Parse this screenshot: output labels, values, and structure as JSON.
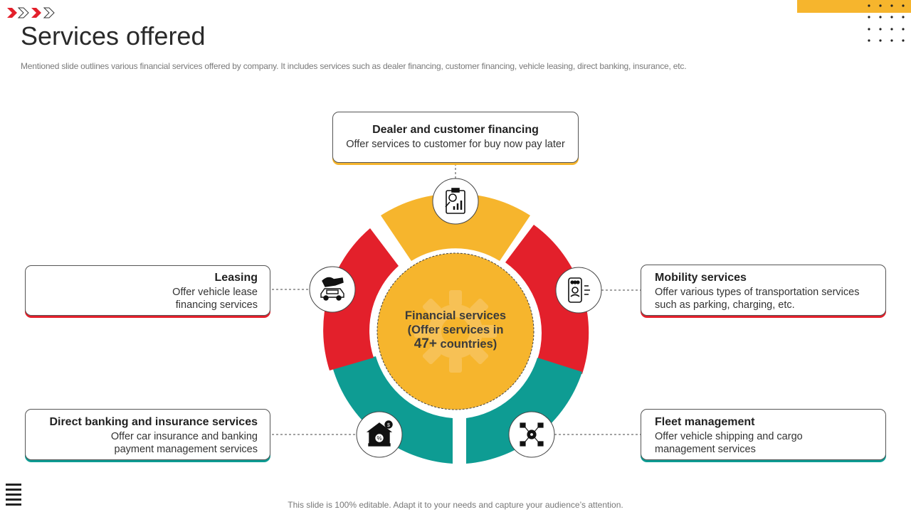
{
  "header": {
    "title": "Services offered",
    "subtitle": "Mentioned slide outlines various financial services offered by company. It includes services such as dealer financing, customer financing, vehicle leasing, direct banking, insurance, etc."
  },
  "center": {
    "line1": "Financial services",
    "line2": "(Offer services in",
    "number": "47+",
    "line3": " countries)"
  },
  "services": {
    "dealer": {
      "title": "Dealer and customer financing",
      "desc": "Offer services to customer for buy now pay later",
      "icon": "financial-report-icon"
    },
    "leasing": {
      "title": "Leasing",
      "desc1": "Offer vehicle lease",
      "desc2": "financing services",
      "icon": "car-lease-icon"
    },
    "mobility": {
      "title": "Mobility services",
      "desc1": "Offer various types of transportation services",
      "desc2": "such as parking,  charging, etc.",
      "icon": "mobile-app-icon"
    },
    "banking": {
      "title": "Direct banking and insurance services",
      "desc1": "Offer car insurance and banking",
      "desc2": "payment management services",
      "icon": "bank-icon"
    },
    "fleet": {
      "title": "Fleet management",
      "desc1": "Offer vehicle shipping and cargo",
      "desc2": "management services",
      "icon": "fleet-network-icon"
    }
  },
  "footer": {
    "text": "This slide is 100% editable. Adapt it to your needs and capture your audience’s attention."
  },
  "colors": {
    "yellow": "#F6B52D",
    "red": "#E3202B",
    "teal": "#0E9C93"
  }
}
